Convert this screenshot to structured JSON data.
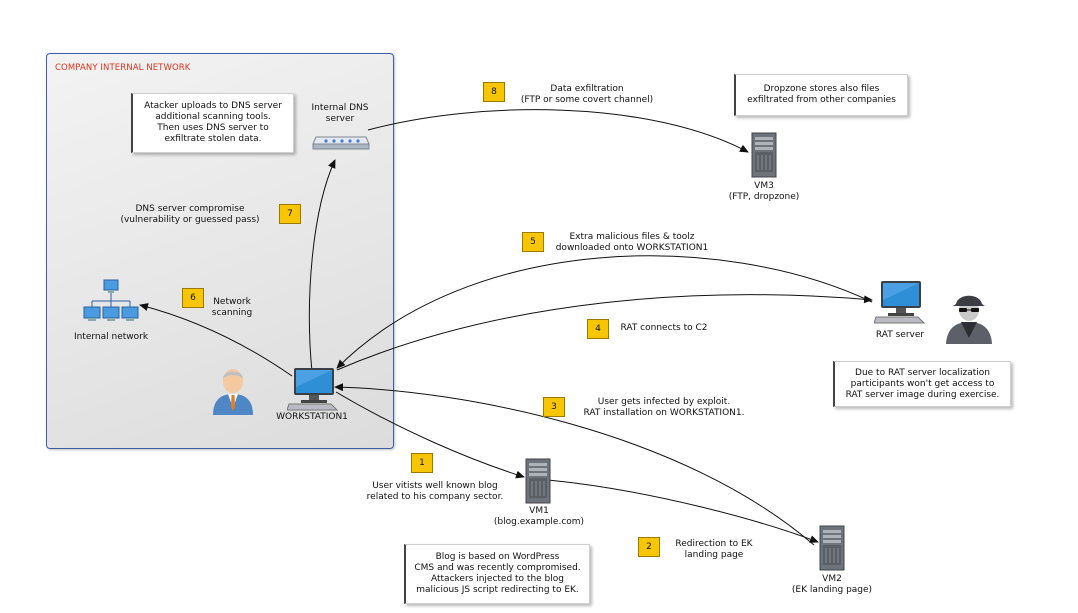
{
  "zone": {
    "label": "COMPANY INTERNAL NETWORK"
  },
  "notes": {
    "attacker_upload": [
      "Atacker uploads to DNS server",
      "additional scanning tools.",
      "Then uses DNS server to",
      "exfiltrate stolen data."
    ],
    "dropzone": [
      "Dropzone stores also files",
      "exfiltrated from other companies"
    ],
    "rat_localization": [
      "Due to RAT server localization",
      "participants won't get access to",
      "RAT server image during exercise."
    ],
    "wordpress": [
      "Blog is based on WordPress",
      "CMS and was recently compromised.",
      "Attackers injected to the blog",
      "malicious JS script redirecting to EK."
    ]
  },
  "nodes": {
    "dns": {
      "label": [
        "Internal DNS",
        "server"
      ]
    },
    "internal_network": {
      "label": "Internal network"
    },
    "workstation": {
      "label": "WORKSTATION1"
    },
    "vm3": {
      "label": [
        "VM3",
        "(FTP, dropzone)"
      ]
    },
    "rat_server": {
      "label": "RAT server"
    },
    "vm1": {
      "label": [
        "VM1",
        "(blog.example.com)"
      ]
    },
    "vm2": {
      "label": [
        "VM2",
        "(EK landing page)"
      ]
    }
  },
  "steps": [
    {
      "num": "1",
      "text": [
        "User vitists well known blog",
        "related to his company sector."
      ]
    },
    {
      "num": "2",
      "text": [
        "Redirection to EK",
        "landing page"
      ]
    },
    {
      "num": "3",
      "text": [
        "User gets infected by exploit.",
        "RAT installation on WORKSTATION1."
      ]
    },
    {
      "num": "4",
      "text": [
        "RAT connects to C2"
      ]
    },
    {
      "num": "5",
      "text": [
        "Extra malicious files & toolz",
        "downloaded onto WORKSTATION1"
      ]
    },
    {
      "num": "6",
      "text": [
        "Network",
        "scanning"
      ]
    },
    {
      "num": "7",
      "text": [
        "DNS server compromise",
        "(vulnerability or guessed pass)"
      ]
    },
    {
      "num": "8",
      "text": [
        "Data exfiltration",
        "(FTP or some covert channel)"
      ]
    }
  ],
  "colors": {
    "badge": "#f7c600",
    "zone_label": "#d8341f",
    "zone_border": "#3f5fa8",
    "monitor": "#2f8fd6"
  }
}
